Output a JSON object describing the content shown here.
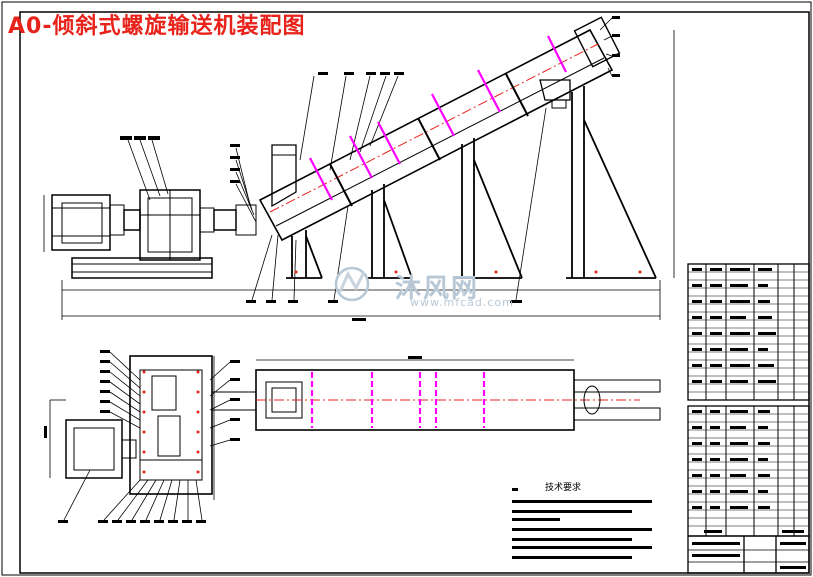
{
  "drawing": {
    "title": "A0-倾斜式螺旋输送机装配图",
    "title_color": "#e8231b",
    "line_color": "#000000",
    "section_color": "#ff00ff",
    "centerline_color": "#e8231b"
  },
  "technical_requirements": {
    "heading": "技术要求"
  },
  "watermark": {
    "text": "沐风网",
    "url": "www.mfcad.com",
    "icon": "mfcad-logo-icon",
    "color": "#b8c7d6"
  }
}
